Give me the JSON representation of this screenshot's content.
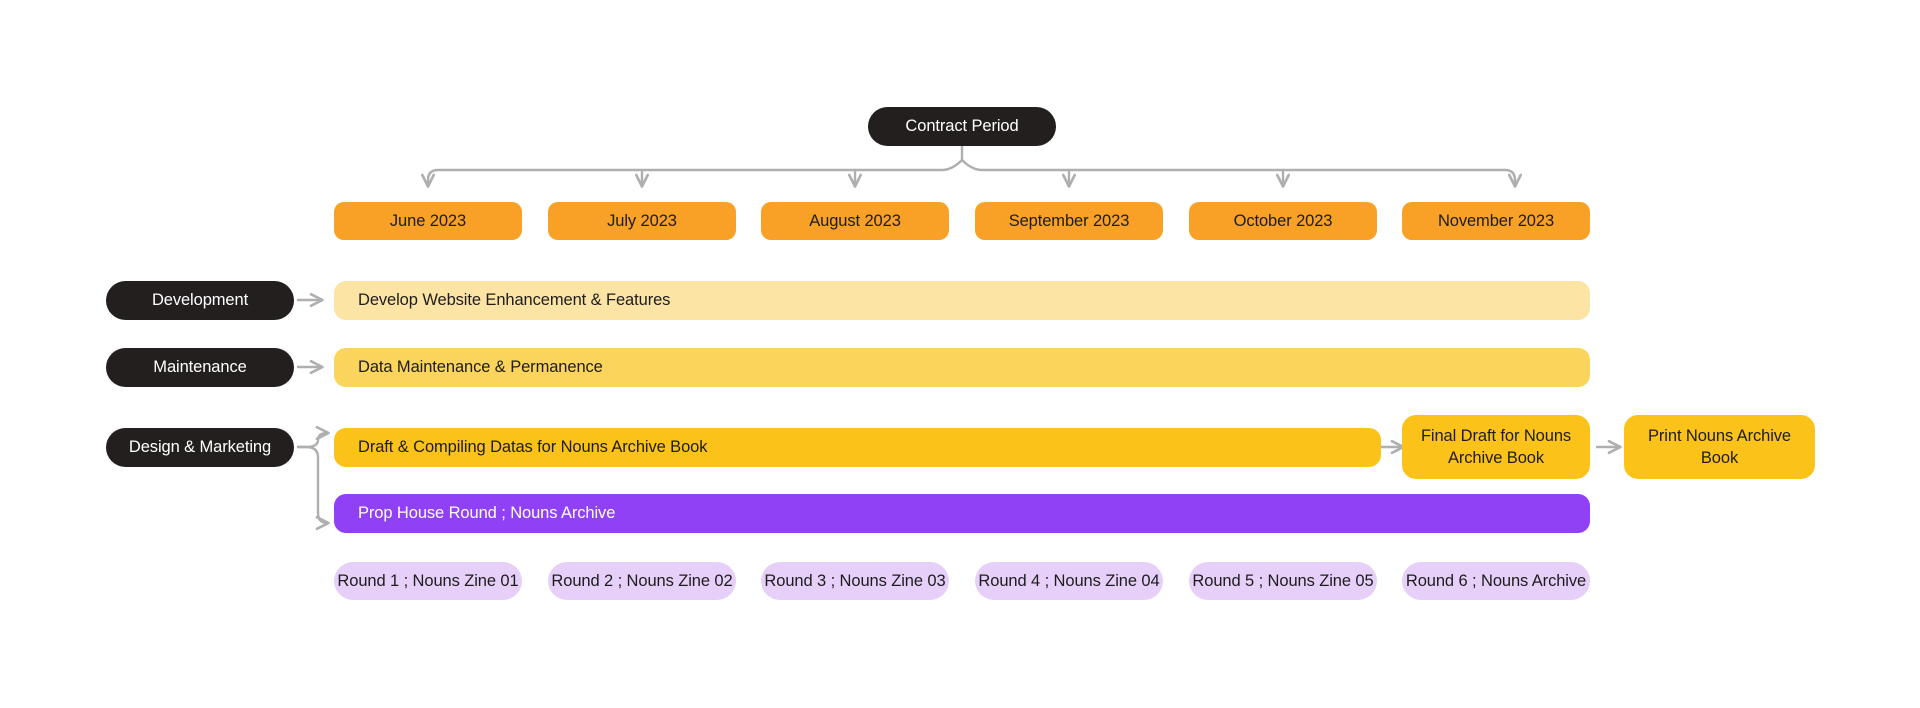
{
  "diagram": {
    "title": "Contract Period",
    "root_label": "Contract Period",
    "colors": {
      "dark": "#231F1F",
      "month": "#F9A026",
      "development_bar": "#FCE4A4",
      "maintenance_bar": "#FBD45C",
      "draft_bar": "#FBC31A",
      "prop_house_bar": "#9040F5",
      "round_pill": "#E6CFF8",
      "connector": "#AFAFAF",
      "background": "#FFFFFF"
    },
    "months": [
      {
        "label": "June 2023"
      },
      {
        "label": "July 2023"
      },
      {
        "label": "August 2023"
      },
      {
        "label": "September 2023"
      },
      {
        "label": "October 2023"
      },
      {
        "label": "November 2023"
      }
    ],
    "categories": [
      {
        "label": "Development"
      },
      {
        "label": "Maintenance"
      },
      {
        "label": "Design & Marketing"
      }
    ],
    "tracks": {
      "development": {
        "label": "Develop Website Enhancement & Features"
      },
      "maintenance": {
        "label": "Data Maintenance & Permanence"
      },
      "draft": {
        "label": "Draft & Compiling Datas for Nouns Archive Book"
      },
      "final_draft": {
        "label": "Final Draft for Nouns Archive Book"
      },
      "print": {
        "label": "Print Nouns Archive Book"
      },
      "prop_house": {
        "label": "Prop House Round ; Nouns Archive"
      }
    },
    "rounds": [
      {
        "label": "Round 1 ; Nouns Zine 01"
      },
      {
        "label": "Round 2 ; Nouns Zine 02"
      },
      {
        "label": "Round 3 ; Nouns Zine 03"
      },
      {
        "label": "Round 4 ; Nouns Zine 04"
      },
      {
        "label": "Round 5 ; Nouns Zine 05"
      },
      {
        "label": "Round 6 ; Nouns Archive"
      }
    ]
  }
}
